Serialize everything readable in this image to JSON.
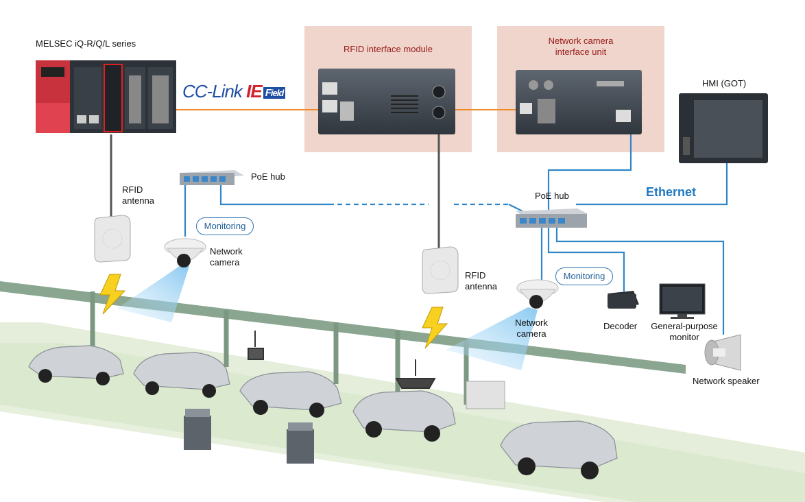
{
  "plc": {
    "label": "MELSEC iQ-R/Q/L series"
  },
  "network": {
    "cclink": "CC-Link",
    "cclink_ie": "IE",
    "cclink_field_f": "F",
    "cclink_field_rest": "ield",
    "ethernet": "Ethernet"
  },
  "rfid_module": {
    "label": "RFID interface module"
  },
  "camera_unit": {
    "label_line1": "Network camera",
    "label_line2": "interface unit"
  },
  "hmi": {
    "label": "HMI (GOT)"
  },
  "poe_hub_left": {
    "label": "PoE hub"
  },
  "poe_hub_right": {
    "label": "PoE hub"
  },
  "rfid_antenna_left": {
    "line1": "RFID",
    "line2": "antenna"
  },
  "rfid_antenna_right": {
    "line1": "RFID",
    "line2": "antenna"
  },
  "camera_left": {
    "line1": "Network",
    "line2": "camera",
    "bubble": "Monitoring"
  },
  "camera_right": {
    "line1": "Network",
    "line2": "camera",
    "bubble": "Monitoring"
  },
  "decoder": {
    "label": "Decoder"
  },
  "monitor": {
    "line1": "General-purpose",
    "line2": "monitor"
  },
  "speaker": {
    "label": "Network speaker"
  },
  "colors": {
    "cclink_line": "#f08a24",
    "ethernet_line": "#2f86c8",
    "antenna_cable": "#555555",
    "panel": "#efd5cb",
    "conveyor": "#dde9cf"
  }
}
